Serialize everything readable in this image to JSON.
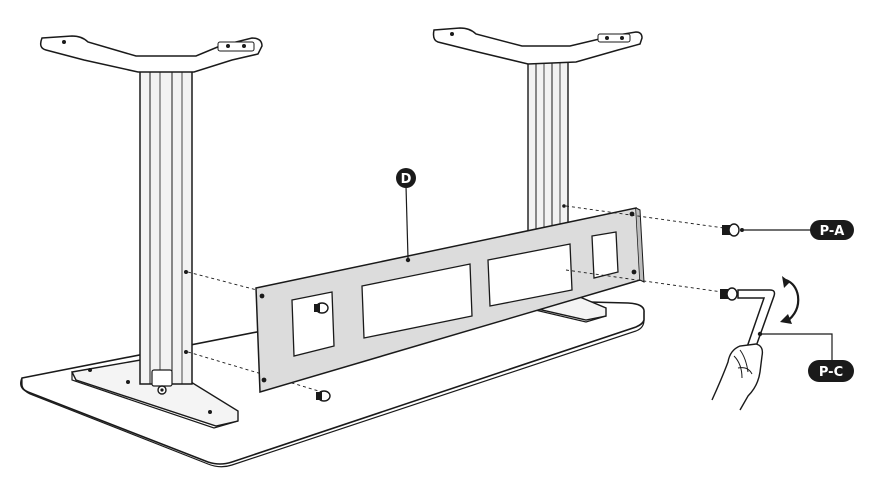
{
  "callouts": {
    "panel": "D",
    "screws": "P-A",
    "hex_key": "P-C"
  },
  "colors": {
    "line": "#1a1a1a",
    "fill": "#ffffff",
    "panel_fill": "#dcdcdc",
    "leg_fill": "#f2f2f2",
    "badge": "#1a1a1a",
    "badge_text": "#ffffff"
  },
  "icons": {
    "rotation": "clockwise-rotation-arrow-icon",
    "hand": "hand-icon",
    "hex_key": "allen-key-icon"
  }
}
